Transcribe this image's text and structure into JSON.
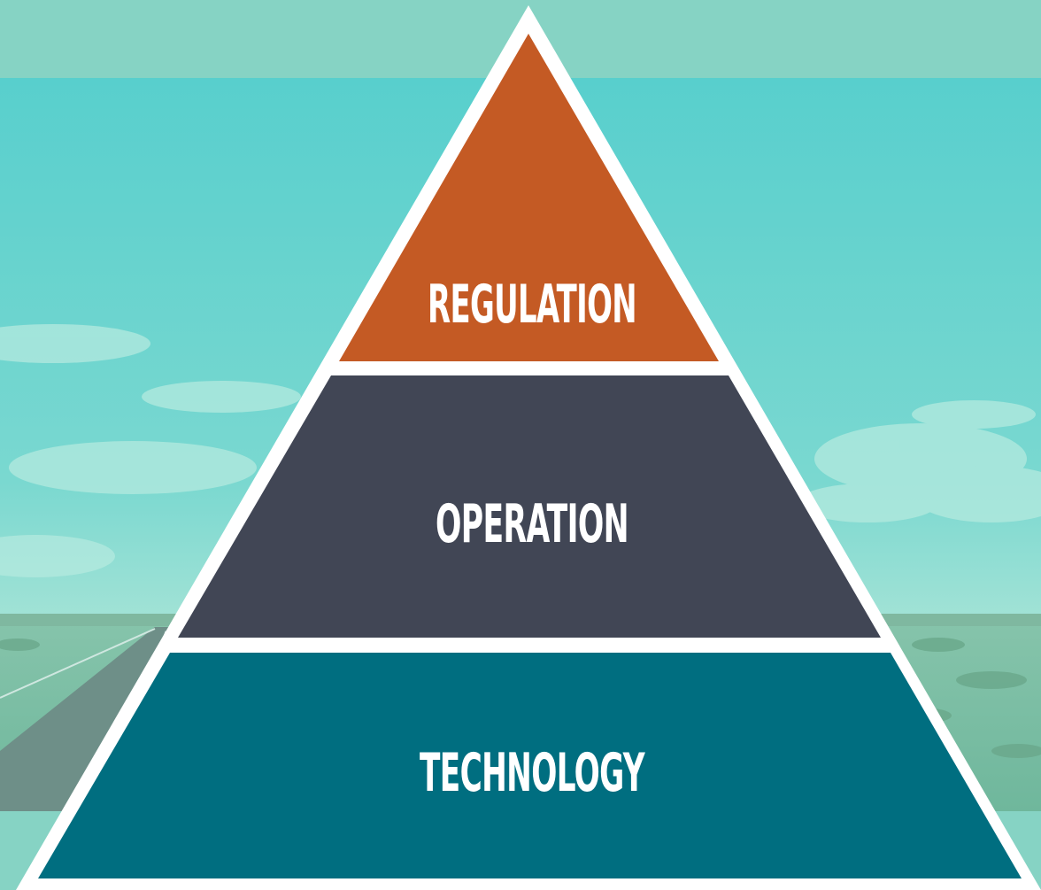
{
  "pyramid": {
    "tiers": [
      {
        "label": "REGULATION",
        "color": "#c45a24"
      },
      {
        "label": "OPERATION",
        "color": "#414655"
      },
      {
        "label": "TECHNOLOGY",
        "color": "#006e80"
      }
    ],
    "outline_color": "#ffffff"
  },
  "background": {
    "band_color": "#86d3c4",
    "sky_color": "#5fd0cc",
    "road_color": "#6e8f88"
  }
}
